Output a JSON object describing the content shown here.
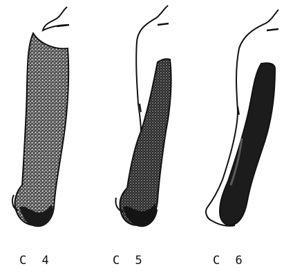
{
  "panels": [
    {
      "label": "C 4"
    },
    {
      "label": "C 5"
    },
    {
      "label": "C 6"
    }
  ],
  "colors": {
    "ink": "#111111",
    "shade_light": "#3a3a3a",
    "shade_dark": "#1a1a1a",
    "paper": "#ffffff"
  }
}
